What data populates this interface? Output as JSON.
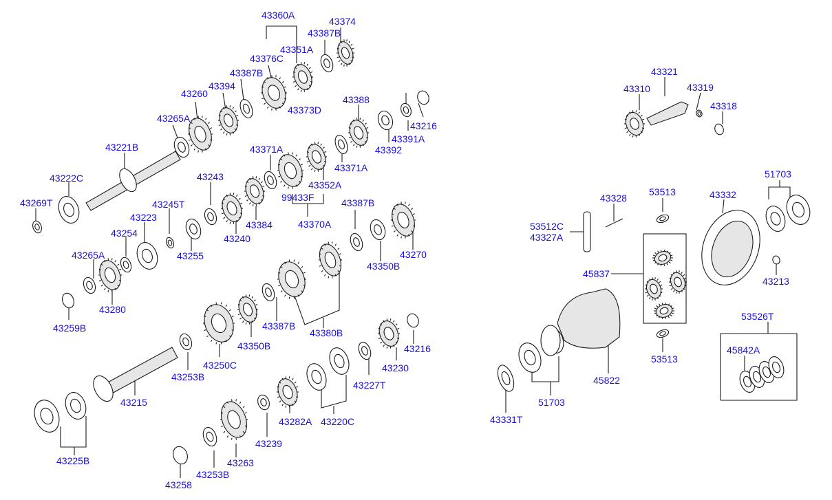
{
  "label_color": "#1a0fe0",
  "parts": {
    "p43360A": "43360A",
    "p43374": "43374",
    "p43387B_a": "43387B",
    "p43351A": "43351A",
    "p43376C": "43376C",
    "p43387B_b": "43387B",
    "p43394": "43394",
    "p43260": "43260",
    "p43388": "43388",
    "p43373D": "43373D",
    "p43216_a": "43216",
    "p43391A": "43391A",
    "p43392": "43392",
    "p43265A_a": "43265A",
    "p43221B": "43221B",
    "p43371A_a": "43371A",
    "p43371A_b": "43371A",
    "p43352A": "43352A",
    "p43222C": "43222C",
    "p43243": "43243",
    "p99433F": "99433F",
    "p43269T": "43269T",
    "p43245T": "43245T",
    "p43223": "43223",
    "p43384": "43384",
    "p43370A": "43370A",
    "p43387B_c": "43387B",
    "p43254": "43254",
    "p43240": "43240",
    "p43255": "43255",
    "p43265A_b": "43265A",
    "p43350B_a": "43350B",
    "p43270": "43270",
    "p43280": "43280",
    "p43259B": "43259B",
    "p43387B_d": "43387B",
    "p43350B_b": "43350B",
    "p43380B": "43380B",
    "p43216_b": "43216",
    "p43250C": "43250C",
    "p43253B_a": "43253B",
    "p43230": "43230",
    "p43227T": "43227T",
    "p43215": "43215",
    "p43282A": "43282A",
    "p43220C": "43220C",
    "p43239": "43239",
    "p43225B": "43225B",
    "p43263": "43263",
    "p43253B_b": "43253B",
    "p43258": "43258",
    "p43321": "43321",
    "p43310": "43310",
    "p43319": "43319",
    "p43318": "43318",
    "p53513_a": "53513",
    "p43328": "43328",
    "p43332": "43332",
    "p51703_a": "51703",
    "p53512C": "53512C",
    "p43327A": "43327A",
    "p45837": "45837",
    "p43213": "43213",
    "p53526T": "53526T",
    "p45842A": "45842A",
    "p53513_b": "53513",
    "p45822": "45822",
    "p51703_b": "51703",
    "p43331T": "43331T"
  }
}
